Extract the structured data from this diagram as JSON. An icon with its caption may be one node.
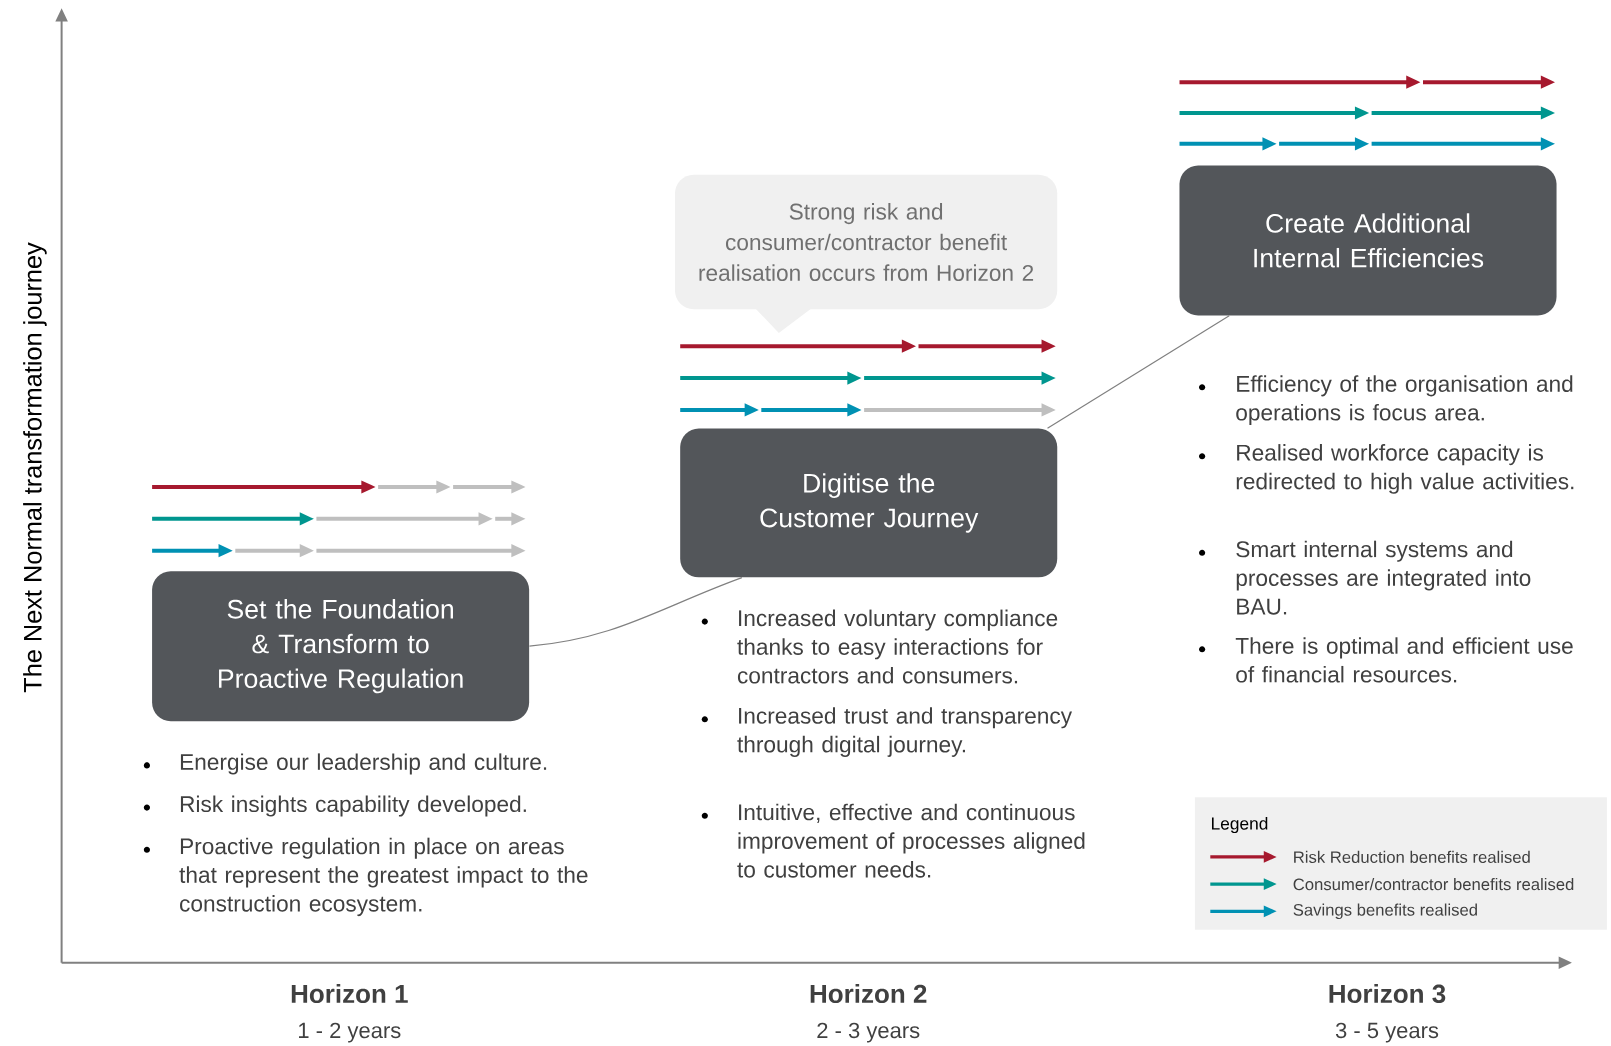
{
  "diagram": {
    "nodes": [
      {
        "text": [
          "Set the Foundation & Transform to Proactive Regulation"
        ]
      },
      {
        "text": [
          "Digitise the Customer Journey"
        ]
      },
      {
        "text": [
          "Create Additional Internal Efficiencies"
        ]
      },
      {
        "text": [
          "Strong risk and consumer/contractor benefit realisation occurs from Horizon 2"
        ]
      }
    ],
    "edges": [
      {
        "from": 0,
        "to": 1,
        "arrow": "none"
      },
      {
        "from": 1,
        "to": 2,
        "arrow": "none"
      }
    ],
    "labels": [
      "The Next Normal transformation journey",
      "Energise our leadership and culture.",
      "Risk insights capability developed.",
      "Proactive regulation in place on areas that represent the greatest impact to the construction ecosystem.",
      "Increased voluntary compliance thanks to easy interactions for contractors and consumers.",
      "Increased trust and transparency through digital journey.",
      "Intuitive, effective and continuous improvement of processes aligned to customer needs.",
      "Efficiency of the organisation and operations is focus area.",
      "Realised workforce capacity is redirected to high value activities.",
      "Smart internal systems and processes are integrated into BAU.",
      "There is optimal and efficient use of financial resources.",
      "Legend",
      "Horizon 1",
      "1 - 2 years",
      "Horizon 2",
      "2 - 3 years",
      "Horizon 3",
      "3 - 5 years"
    ],
    "legend": [
      {
        "text": "Risk Reduction benefits realised",
        "color": "#a6192e"
      },
      {
        "text": "Consumer/contractor benefits realised",
        "color": "#00968f"
      },
      {
        "text": "Savings benefits realised",
        "color": "#0091b3"
      }
    ]
  }
}
